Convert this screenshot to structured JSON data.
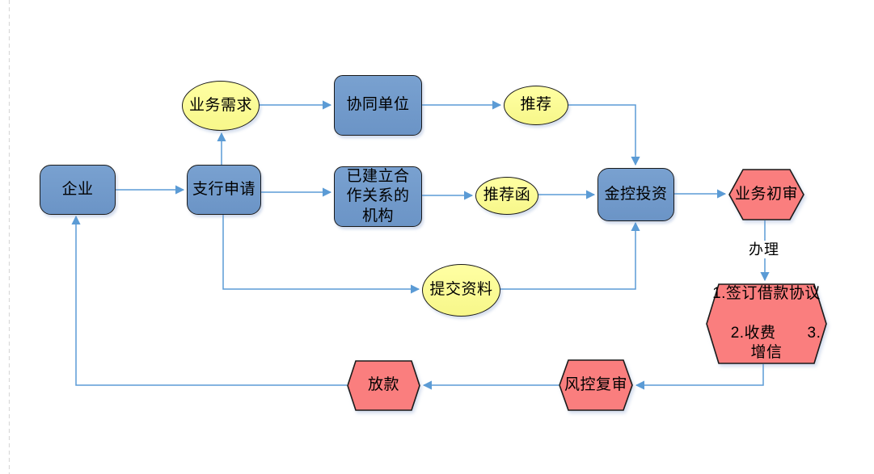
{
  "diagram": {
    "type": "flowchart",
    "nodes": [
      {
        "id": "enterprise",
        "shape": "rounded-rect",
        "fill": "#6D96C8",
        "label": "企业"
      },
      {
        "id": "branch-application",
        "shape": "rounded-rect",
        "fill": "#6D96C8",
        "label": "支行申请"
      },
      {
        "id": "business-demand",
        "shape": "ellipse",
        "fill": "#FFFF99",
        "label": "业务需求"
      },
      {
        "id": "collaborating-unit",
        "shape": "rounded-rect",
        "fill": "#6D96C8",
        "label": "协同单位"
      },
      {
        "id": "recommendation",
        "shape": "ellipse",
        "fill": "#FFFF99",
        "label": "推荐"
      },
      {
        "id": "established-partner-institutions",
        "shape": "rounded-rect",
        "fill": "#6D96C8",
        "label": "已建立合作关系的机构"
      },
      {
        "id": "recommendation-letter",
        "shape": "ellipse",
        "fill": "#FFFF99",
        "label": "推荐函"
      },
      {
        "id": "submit-materials",
        "shape": "ellipse",
        "fill": "#FFFF99",
        "label": "提交资料"
      },
      {
        "id": "jinkong-investment",
        "shape": "rounded-rect",
        "fill": "#6D96C8",
        "label": "金控投资"
      },
      {
        "id": "business-initial-review",
        "shape": "hexagon",
        "fill": "#FA7E7E",
        "label": "业务初审"
      },
      {
        "id": "sign-loan-agreement",
        "shape": "hexagon",
        "fill": "#FA7E7E",
        "label_line1": "1.签订借款协议",
        "label_line2": "2.收费　　3.增信"
      },
      {
        "id": "risk-control-review",
        "shape": "hexagon",
        "fill": "#FA7E7E",
        "label": "风控复审"
      },
      {
        "id": "loan-disbursement",
        "shape": "hexagon",
        "fill": "#FA7E7E",
        "label": "放款"
      }
    ],
    "edges": [
      {
        "from": "enterprise",
        "to": "branch-application"
      },
      {
        "from": "branch-application",
        "to": "business-demand"
      },
      {
        "from": "business-demand",
        "to": "collaborating-unit"
      },
      {
        "from": "collaborating-unit",
        "to": "recommendation"
      },
      {
        "from": "recommendation",
        "to": "jinkong-investment"
      },
      {
        "from": "branch-application",
        "to": "established-partner-institutions"
      },
      {
        "from": "established-partner-institutions",
        "to": "recommendation-letter"
      },
      {
        "from": "recommendation-letter",
        "to": "jinkong-investment"
      },
      {
        "from": "branch-application",
        "to": "submit-materials"
      },
      {
        "from": "submit-materials",
        "to": "jinkong-investment"
      },
      {
        "from": "jinkong-investment",
        "to": "business-initial-review"
      },
      {
        "from": "business-initial-review",
        "to": "sign-loan-agreement",
        "label": "办理"
      },
      {
        "from": "sign-loan-agreement",
        "to": "risk-control-review"
      },
      {
        "from": "risk-control-review",
        "to": "loan-disbursement"
      },
      {
        "from": "loan-disbursement",
        "to": "enterprise"
      }
    ],
    "colors": {
      "process_box_fill": "#6D96C8",
      "ellipse_fill": "#FFFF99",
      "hexagon_fill": "#FA7E7E",
      "connector": "#5B9BD5",
      "shape_border": "#1A1A1A",
      "margin_guide": "#D9D9D9"
    }
  }
}
